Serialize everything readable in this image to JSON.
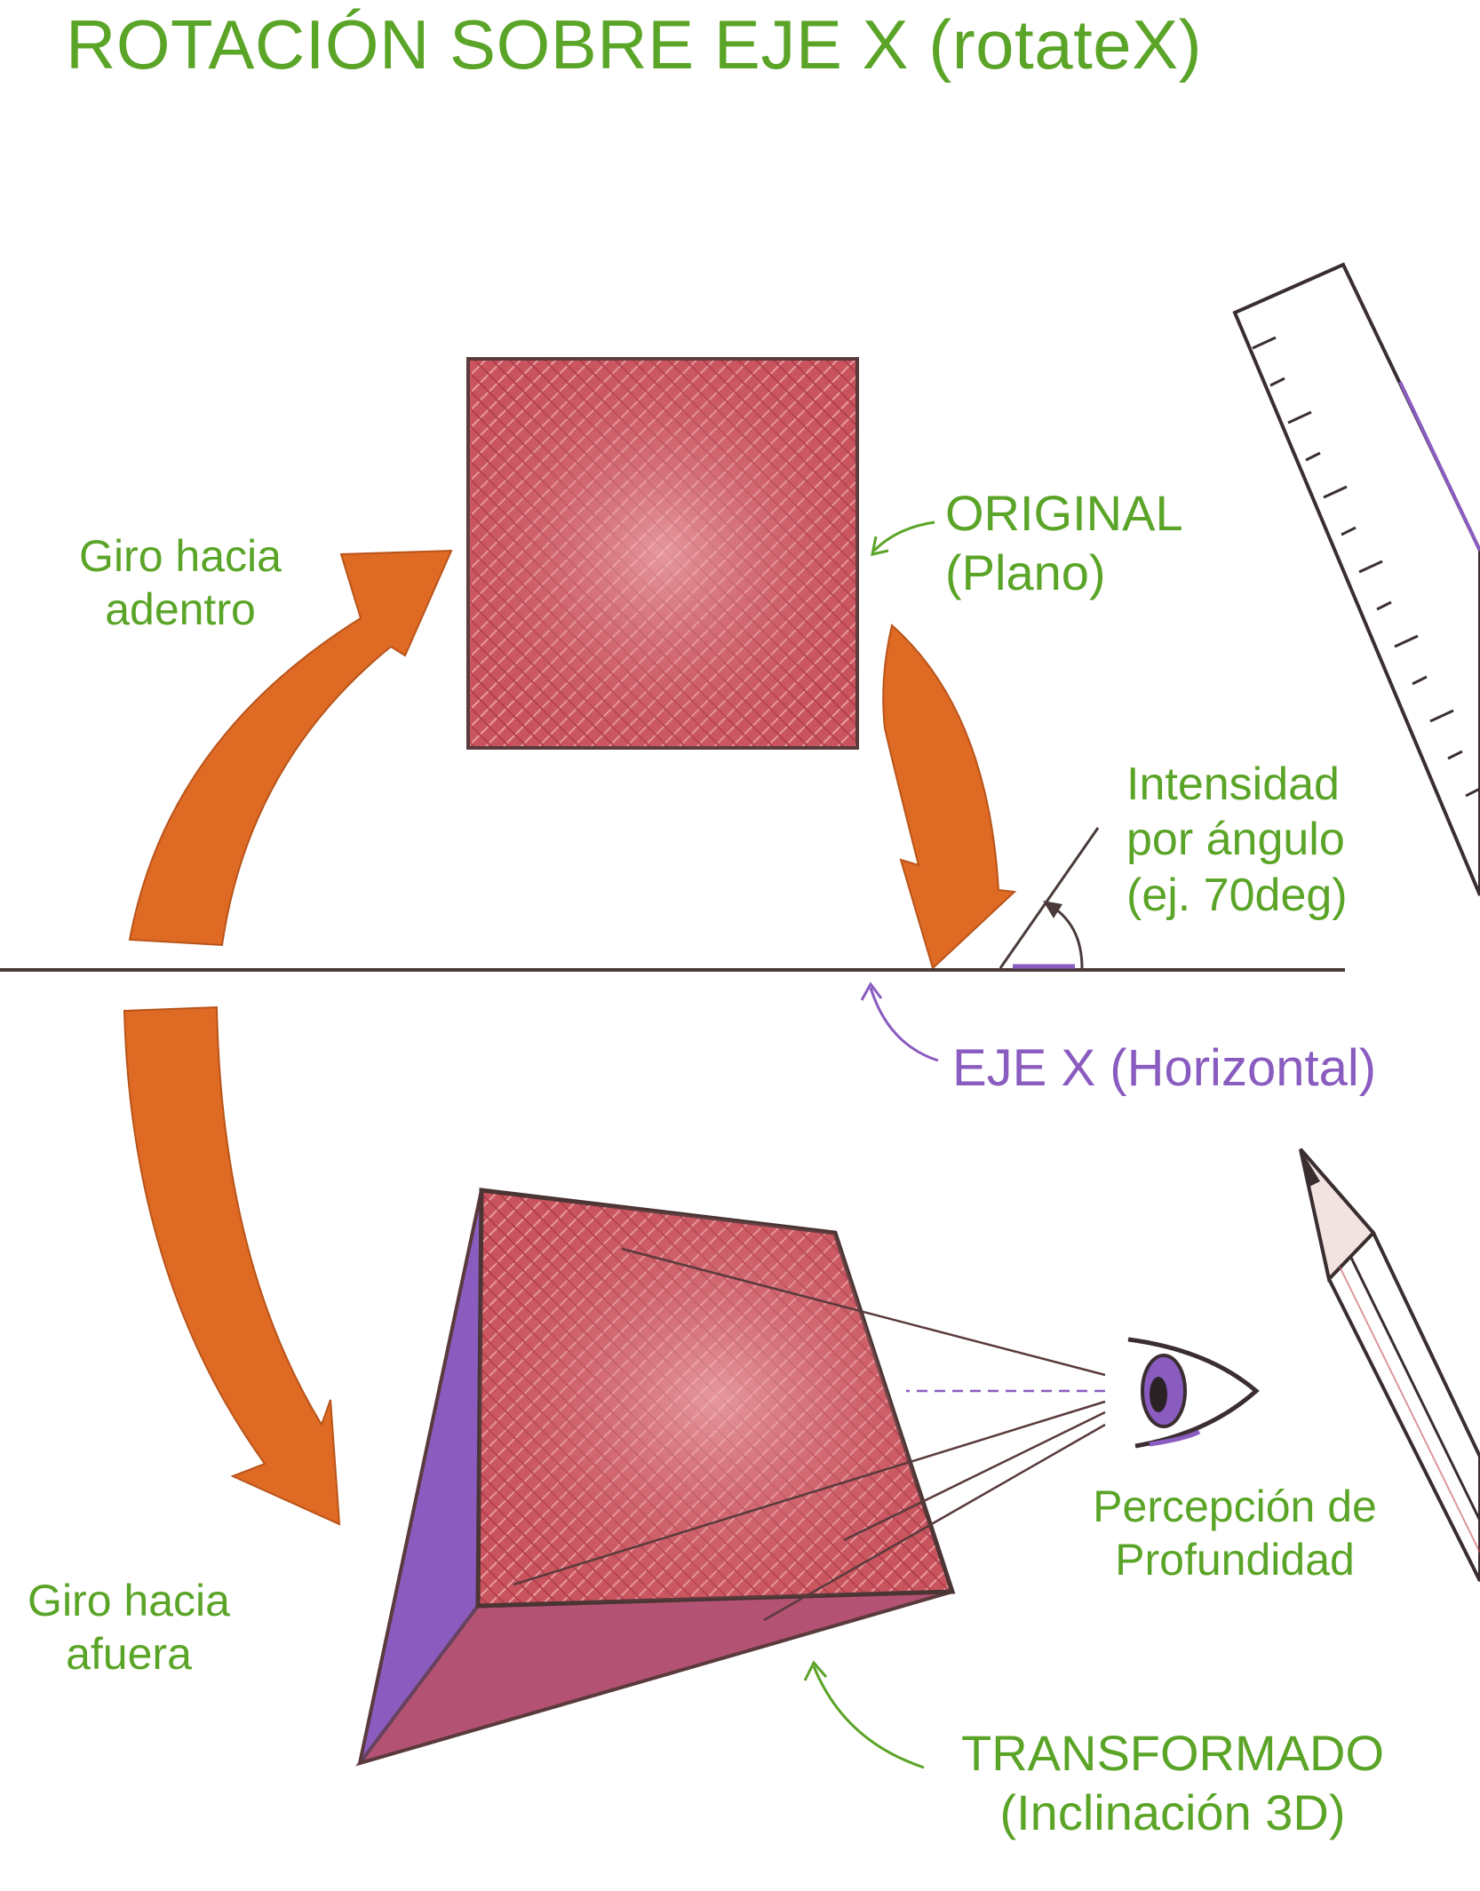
{
  "title": "ROTACIÓN SOBRE EJE X (rotateX)",
  "labels": {
    "inward_line1": "Giro hacia",
    "inward_line2": "adentro",
    "original_line1": "ORIGINAL",
    "original_line2": "(Plano)",
    "angle_line1": "Intensidad",
    "angle_line2": "por ángulo",
    "angle_line3": "(ej. 70deg)",
    "axis": "EJE X (Horizontal)",
    "outward_line1": "Giro hacia",
    "outward_line2": "afuera",
    "depth_line1": "Percepción de",
    "depth_line2": "Profundidad",
    "transformed_line1": "TRANSFORMADO",
    "transformed_line2": "(Inclinación 3D)"
  },
  "colors": {
    "title_green": "#5aa427",
    "square_red": "#c5515a",
    "arrow_orange": "#de6a24",
    "axis_purple": "#8a5cc0",
    "ink": "#4a3a3a"
  },
  "icons": [
    "ruler-icon",
    "pencil-icon",
    "eye-icon"
  ]
}
